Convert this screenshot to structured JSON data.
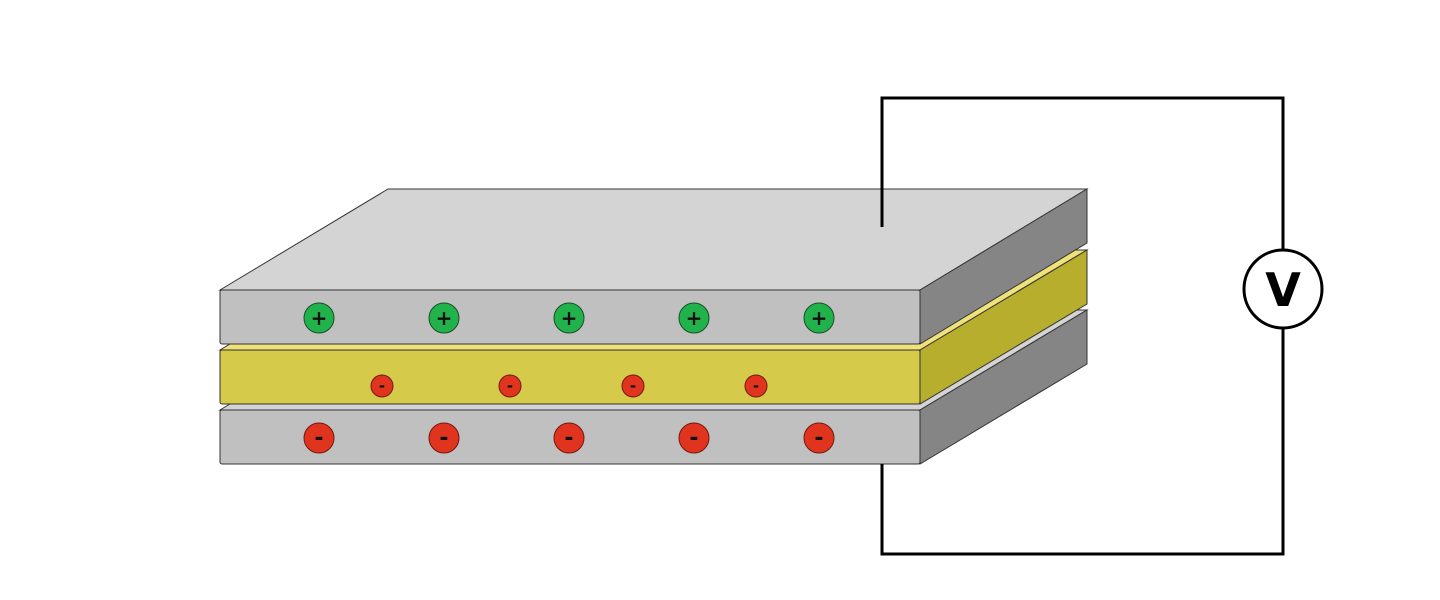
{
  "diagram": {
    "voltmeter_label": "V",
    "layers": {
      "top_plate": {
        "face_color": "#c0c0c0",
        "top_color": "#d4d4d4",
        "side_color": "#858585",
        "charge": "positive"
      },
      "dielectric": {
        "face_color": "#d6ca4a",
        "top_color": "#f0e27a",
        "side_color": "#b8ae2e",
        "charge": "negative"
      },
      "bottom_plate": {
        "face_color": "#c0c0c0",
        "top_color": "#d4d4d4",
        "side_color": "#858585",
        "charge": "negative"
      }
    },
    "charges": {
      "top_plate": [
        "+",
        "+",
        "+",
        "+",
        "+"
      ],
      "dielectric": [
        "-",
        "-",
        "-",
        "-"
      ],
      "bottom_plate": [
        "-",
        "-",
        "-",
        "-",
        "-"
      ]
    },
    "colors": {
      "positive_charge": "#22b24c",
      "negative_charge": "#e0341f",
      "wire": "#000000"
    }
  }
}
